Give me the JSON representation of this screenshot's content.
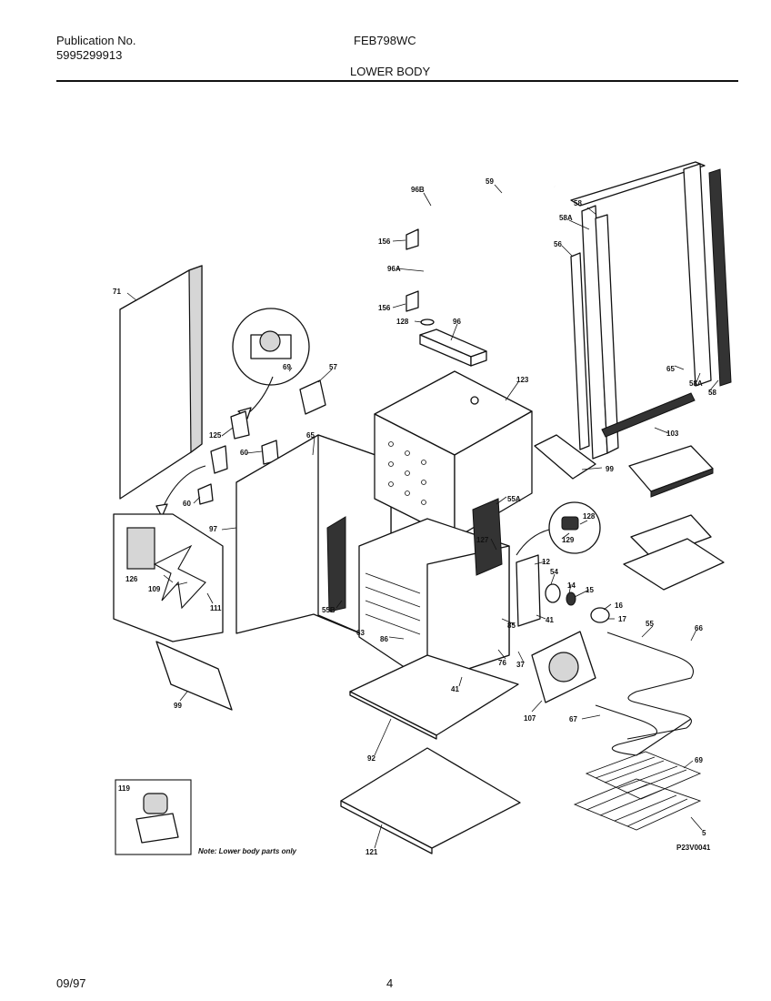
{
  "header": {
    "publication_label": "Publication No.",
    "publication_number": "5995299913",
    "model": "FEB798WC",
    "section_title": "LOWER BODY"
  },
  "diagram": {
    "callouts": {
      "c71": "71",
      "c57": "57",
      "c69": "69",
      "c125": "125",
      "c60a": "60",
      "c60b": "60",
      "c65a": "65",
      "c97": "97",
      "c126": "126",
      "c109": "109",
      "c111": "111",
      "c99a": "99",
      "c96b": "96B",
      "c59": "59",
      "c156a": "156",
      "c96a": "96A",
      "c156b": "156",
      "c128a": "128",
      "c96": "96",
      "c123": "123",
      "c58": "58",
      "c58a_top": "58A",
      "c56": "56",
      "c65b": "65",
      "c58a_r": "58A",
      "c58r": "58",
      "c103": "103",
      "c99b": "99",
      "c55a": "55A",
      "c55b": "55B",
      "c127": "127",
      "c128b": "128",
      "c129": "129",
      "c12": "12",
      "c54": "54",
      "c14": "14",
      "c15": "15",
      "c16": "16",
      "c17": "17",
      "c63": "63",
      "c86": "86",
      "c85": "85",
      "c41a": "41",
      "c76": "76",
      "c37": "37",
      "c41b": "41",
      "c55": "55",
      "c66": "66",
      "c107": "107",
      "c92": "92",
      "c67": "67",
      "c69b": "69",
      "c119": "119",
      "c121": "121",
      "c5": "5",
      "code": "P23V0041"
    },
    "note": "Note: Lower body parts only"
  },
  "footer": {
    "date": "09/97",
    "page": "4"
  }
}
